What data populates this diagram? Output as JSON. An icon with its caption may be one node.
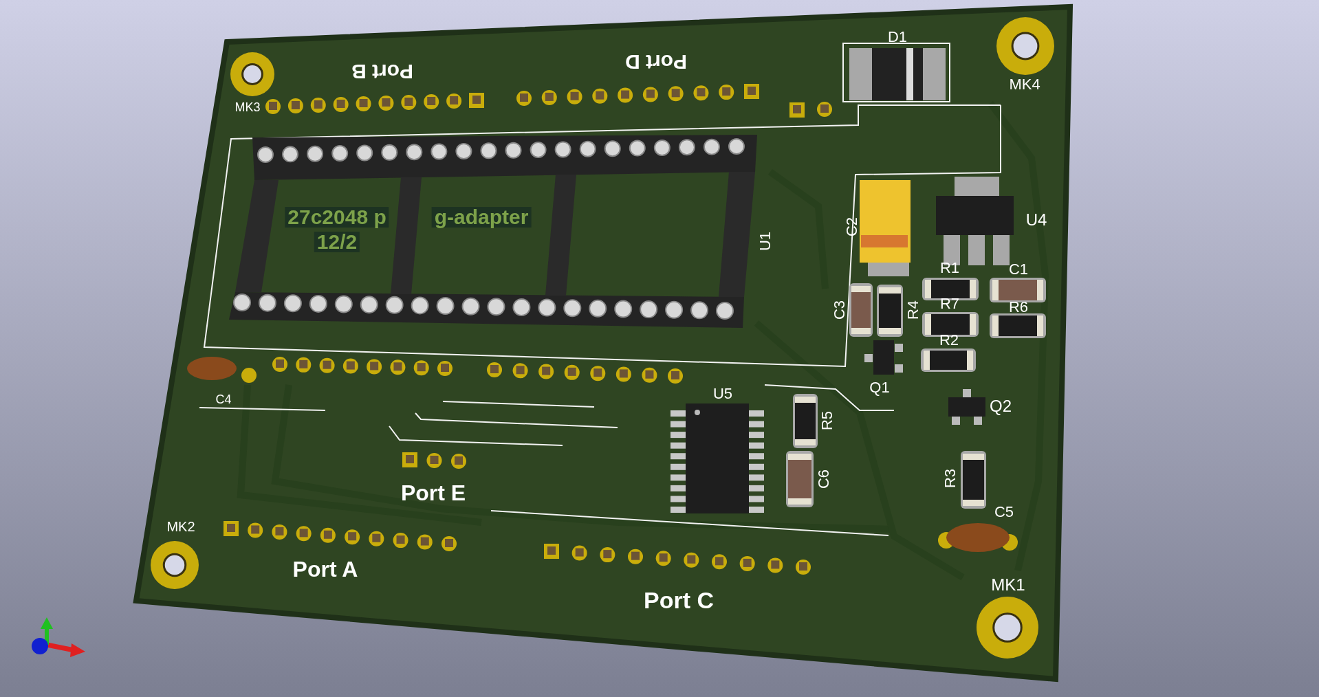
{
  "diagram": {
    "labels": [
      "Port B",
      "Port D",
      "D1",
      "MK4",
      "MK3",
      "27c2048 p",
      "g-adapter",
      "12/2",
      "U4",
      "C2",
      "U1",
      "R1",
      "C1",
      "R7",
      "R6",
      "C3",
      "R4",
      "R2",
      "Q1",
      "C4",
      "U5",
      "Q2",
      "R5",
      "C6",
      "R3",
      "Port E",
      "C5",
      "MK2",
      "Port A",
      "MK1",
      "Port C"
    ]
  }
}
